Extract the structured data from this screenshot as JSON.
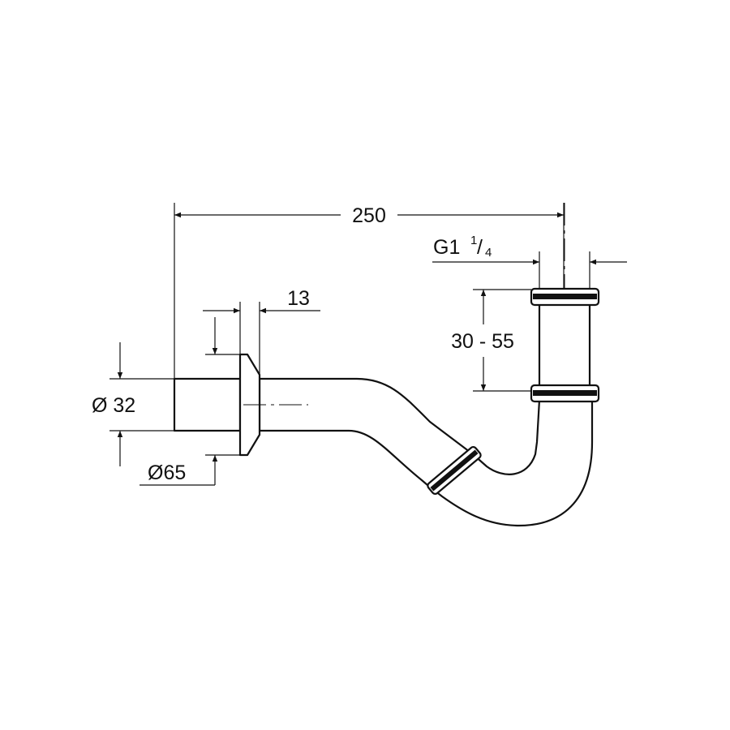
{
  "drawing": {
    "title": "Bottle trap dimension drawing",
    "dimensions": {
      "overall_length": "250",
      "thread_size_main": "G1",
      "thread_size_num": "1",
      "thread_size_den": "4",
      "adjust_range": "30 - 55",
      "flange_thickness": "13",
      "pipe_diameter": "Ø 32",
      "flange_diameter": "Ø65"
    },
    "colors": {
      "line": "#111111",
      "background": "#ffffff"
    }
  }
}
